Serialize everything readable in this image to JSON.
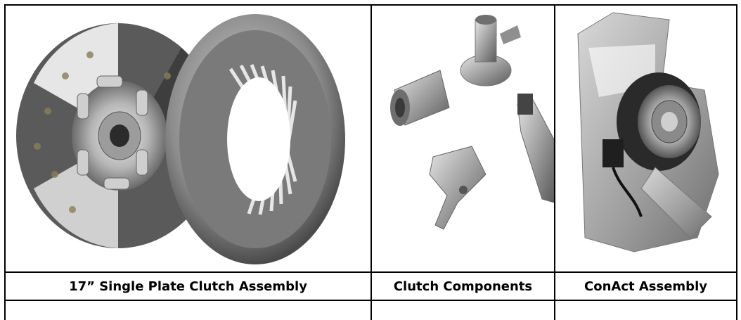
{
  "table": {
    "captions": [
      "17” Single Plate Clutch Assembly",
      "Clutch Components",
      "ConAct Assembly"
    ]
  },
  "images": [
    {
      "icon": "clutch-disc-and-pressure-plate-photo"
    },
    {
      "icon": "clutch-components-photo"
    },
    {
      "icon": "conact-assembly-photo"
    }
  ]
}
